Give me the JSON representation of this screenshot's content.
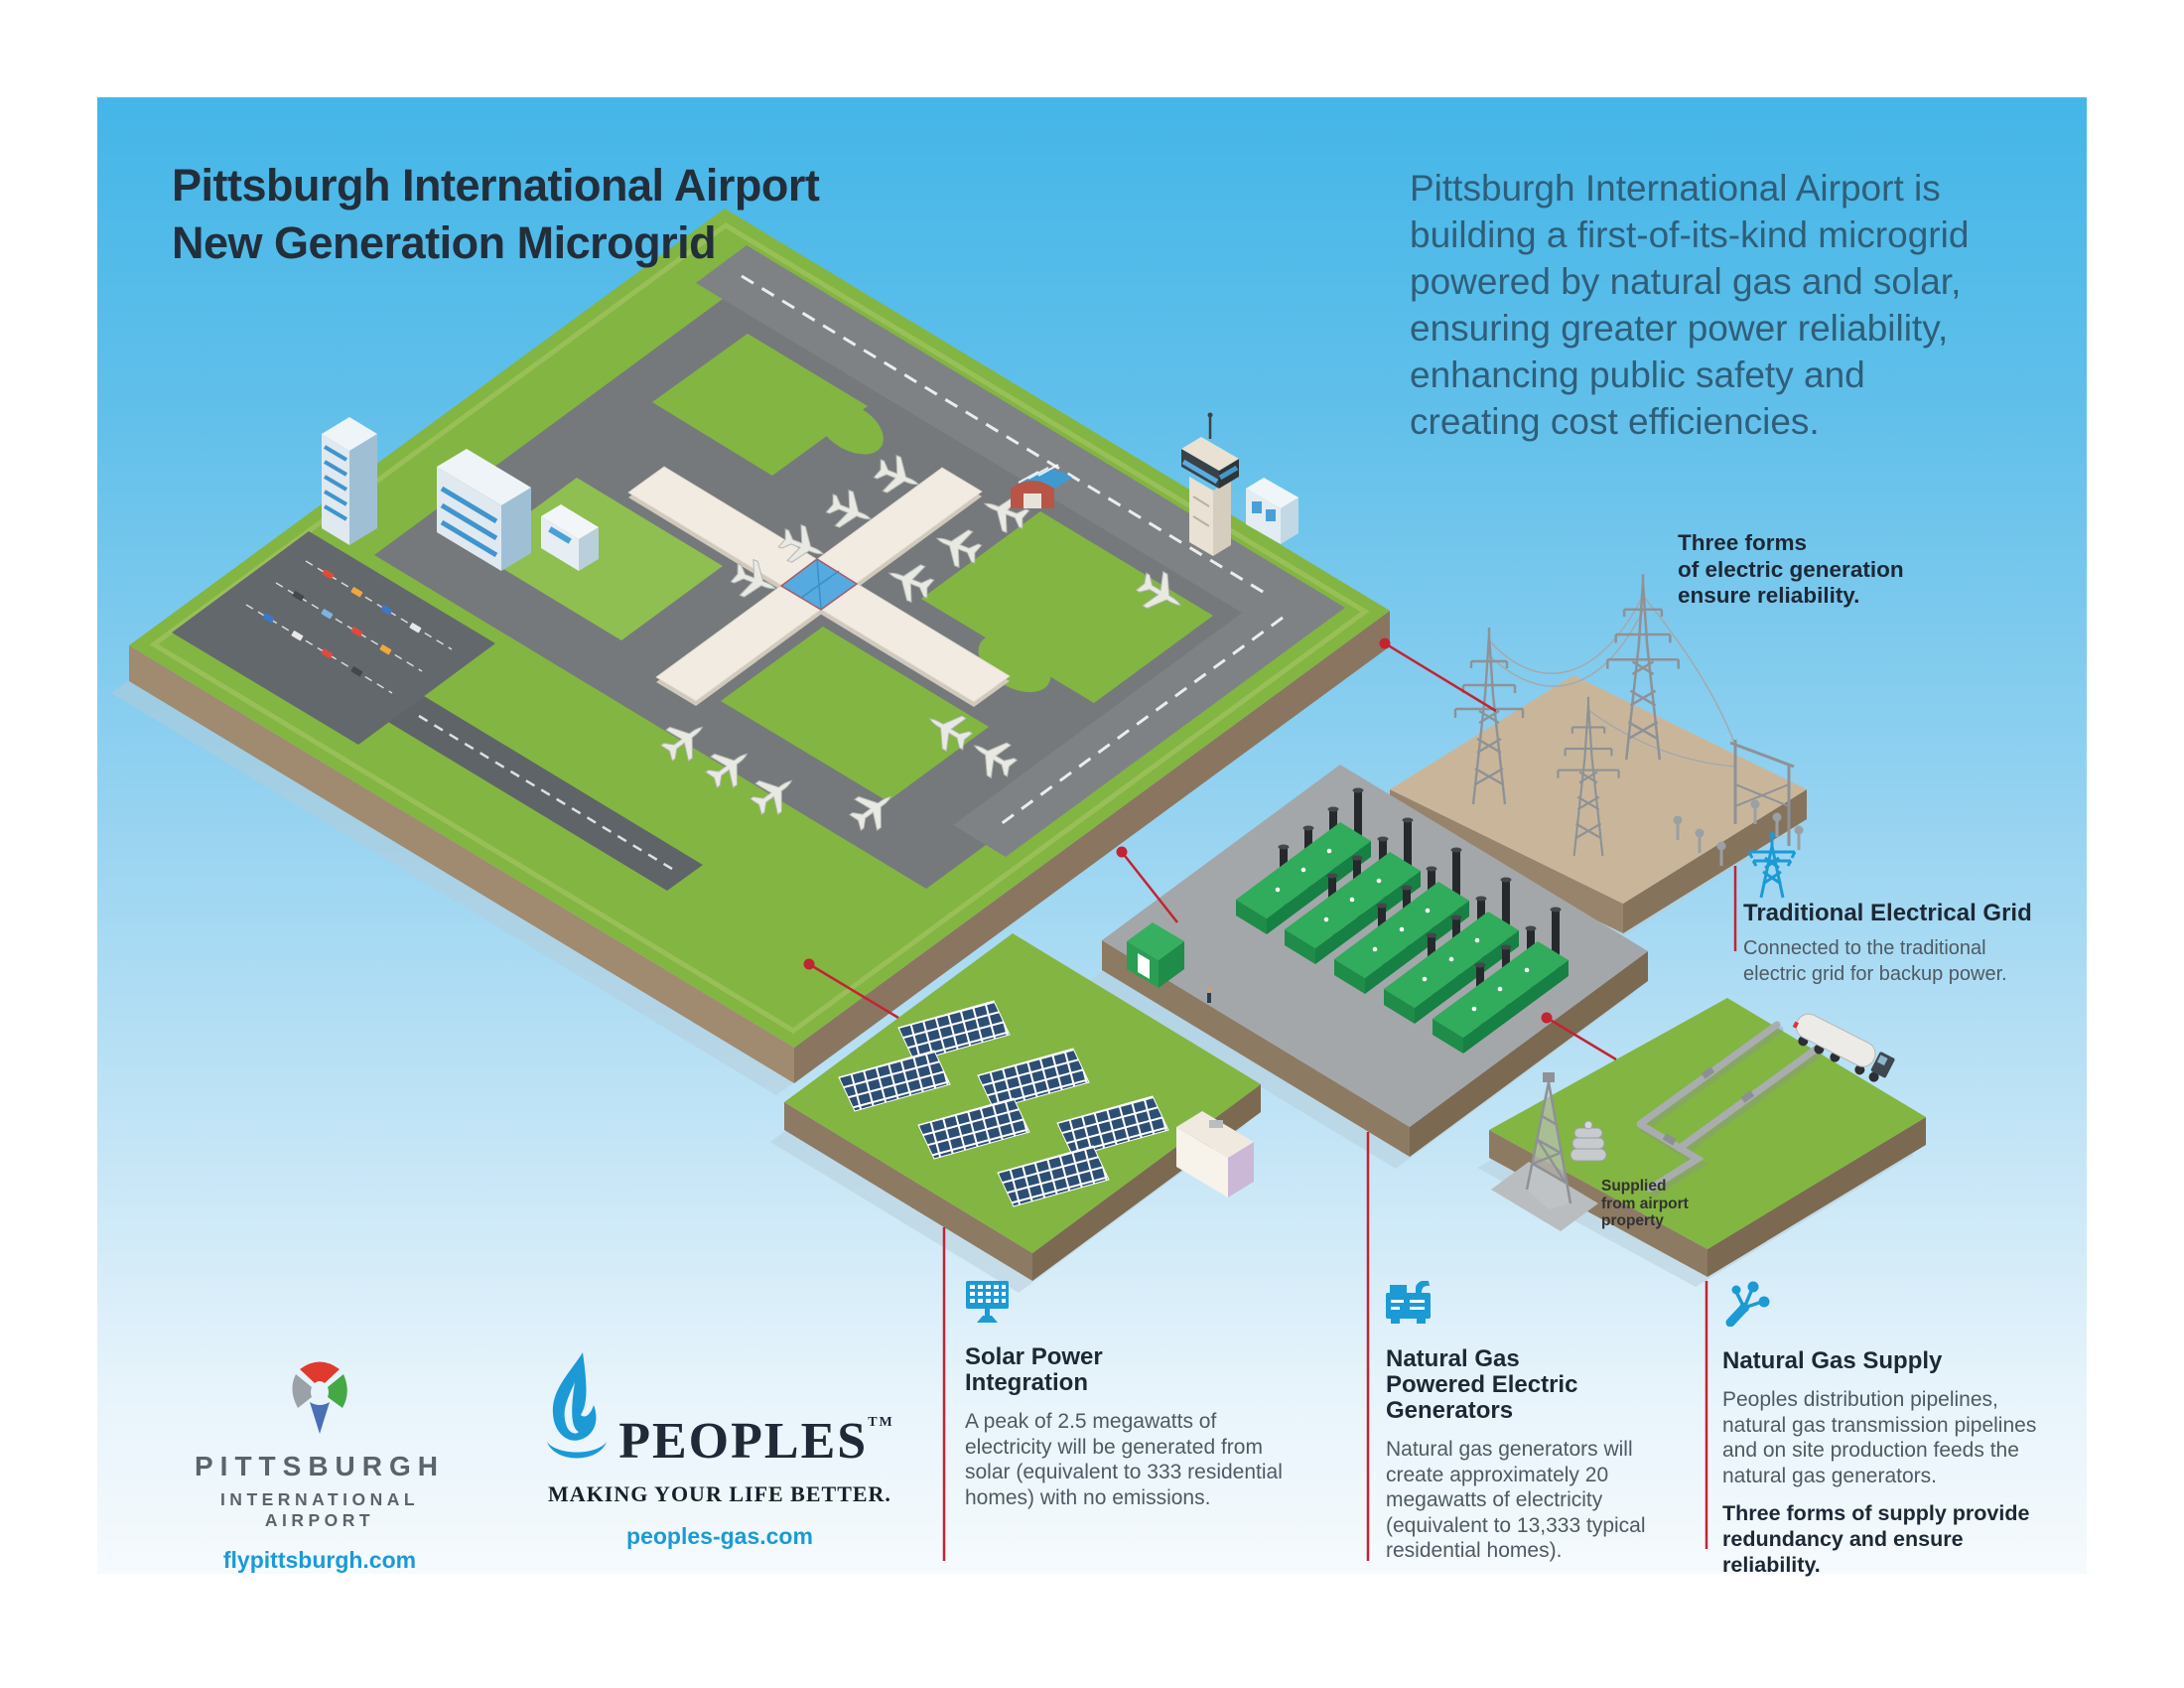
{
  "header": {
    "title_line1": "Pittsburgh International Airport",
    "title_line2": "New Generation Microgrid",
    "intro": "Pittsburgh International Airport is building a first-of-its-kind microgrid powered by natural gas and solar, ensuring greater power reliability, enhancing public safety and creating cost efficiencies."
  },
  "callouts": {
    "three_forms": "Three forms\nof electric generation\nensure reliability.",
    "supplied_label": "Supplied\nfrom airport\nproperty",
    "traditional_grid": {
      "heading": "Traditional Electrical Grid",
      "body": "Connected to the traditional electric grid for backup power."
    }
  },
  "columns": [
    {
      "icon": "solar-panel-icon",
      "heading": "Solar Power\nIntegration",
      "body": "A peak of 2.5 megawatts of electricity will be generated from solar (equivalent to 333 residential homes) with no emissions."
    },
    {
      "icon": "generator-icon",
      "heading": "Natural Gas\nPowered Electric\nGenerators",
      "body": "Natural gas generators will create approximately 20 megawatts of electricity (equivalent to 13,333 typical residential homes)."
    },
    {
      "icon": "pipeline-branch-icon",
      "heading": "Natural Gas Supply",
      "body": "Peoples distribution pipelines, natural gas transmission pipelines and on site production feeds the natural gas generators.",
      "note": "Three forms of supply provide redundancy and ensure reliability."
    }
  ],
  "footer": {
    "pit_logo": {
      "line1": "PITTSBURGH",
      "line2": "INTERNATIONAL AIRPORT",
      "url": "flypittsburgh.com"
    },
    "peoples_logo": {
      "name": "PEOPLES",
      "trademark": "TM",
      "tagline": "MAKING YOUR LIFE BETTER.",
      "url": "peoples-gas.com"
    }
  },
  "colors": {
    "accent_blue": "#1b9ad6",
    "connector_red": "#c22433",
    "panel_top_blue": "#45b7e8",
    "heading_navy": "#222d3a",
    "body_gray": "#4e5a63",
    "land_green": "#83b542"
  }
}
